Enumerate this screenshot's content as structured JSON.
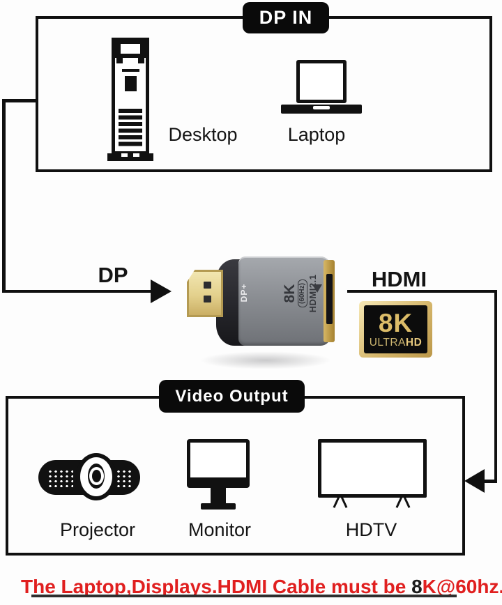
{
  "input_section": {
    "badge": "DP IN",
    "items": [
      {
        "label": "Desktop"
      },
      {
        "label": "Laptop"
      }
    ]
  },
  "middle": {
    "dp_label": "DP",
    "hdmi_label": "HDMI",
    "adapter_markings": {
      "plug_text": "DP+",
      "line1": "8K",
      "line2": "(60Hz)",
      "line3": "HDMI2.1"
    },
    "badge_8k": {
      "big": "8K",
      "ultra": "ULTRA",
      "hd": "HD"
    }
  },
  "output_section": {
    "badge": "Video Output",
    "items": [
      {
        "label": "Projector"
      },
      {
        "label": "Monitor"
      },
      {
        "label": "HDTV"
      }
    ]
  },
  "footer": {
    "text_before": "The Laptop,Displays.HDMI Cable must be ",
    "highlight": "8",
    "text_after": "K@60hz."
  },
  "colors": {
    "line_black": "#101010",
    "footer_red": "#e01f1f",
    "footer_highlight": "#1c1c1c",
    "badge_gold": "#d6b76c",
    "adapter_gray": "#8b8e93"
  }
}
